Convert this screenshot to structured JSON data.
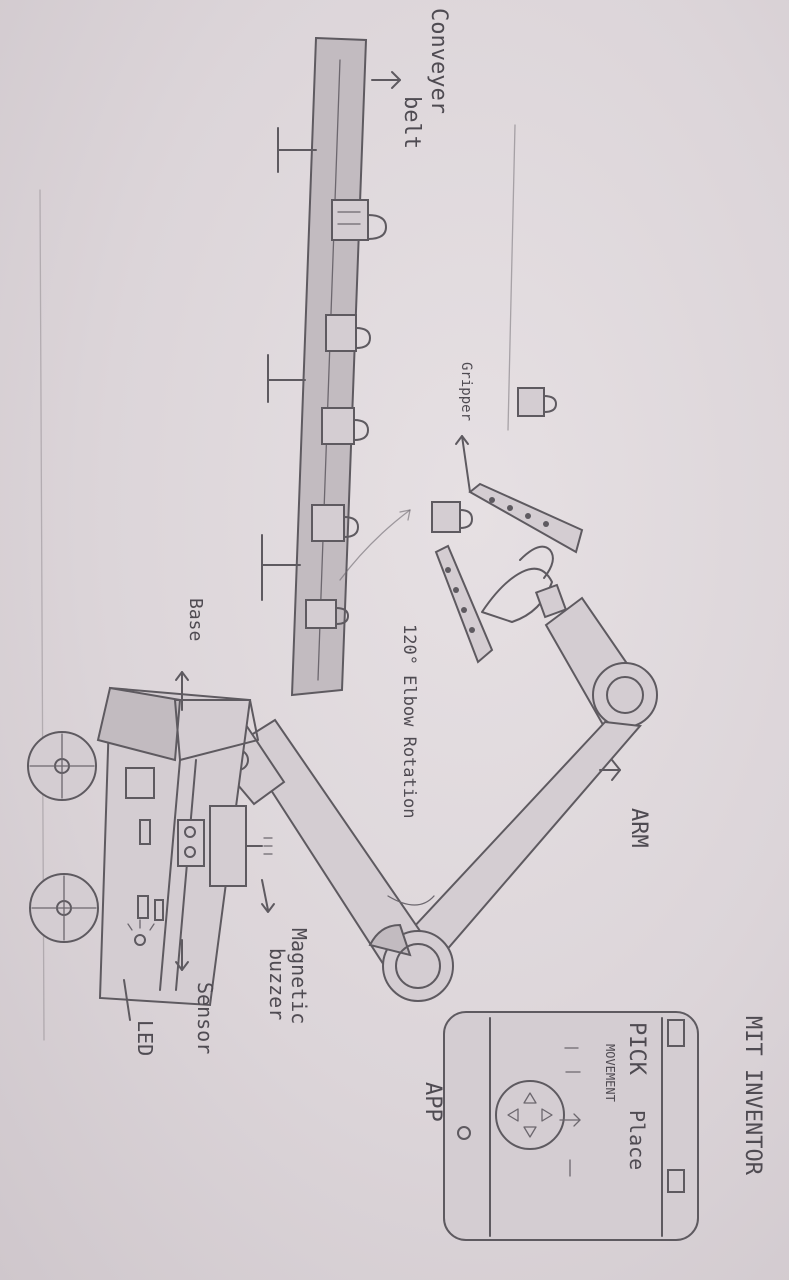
{
  "labels": {
    "conveyor": [
      "Conveyer",
      "belt"
    ],
    "gripper": "Gripper",
    "arm": "ARM",
    "elbow": "120° Elbow Rotation",
    "base": "Base",
    "buzzer": [
      "Magnetic",
      "buzzer"
    ],
    "sensor": "Sensor",
    "led": "LED",
    "mit": "MIT INVENTOR",
    "app": "APP",
    "pick": "PICK",
    "place": "Place",
    "movement": "MOVEMENT"
  },
  "colors": {
    "paper": "#dcd5d9",
    "pencil": "#5e5a60"
  }
}
